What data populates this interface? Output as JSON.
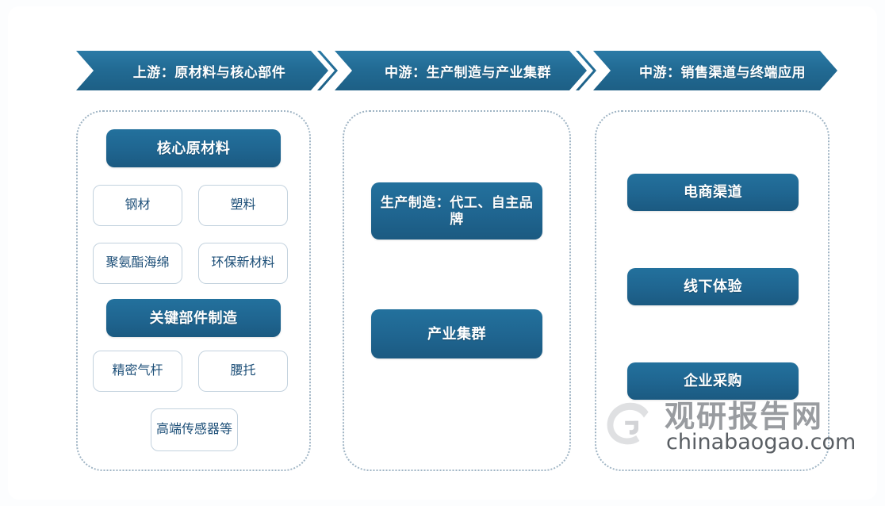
{
  "colors": {
    "accent_blue": "#1f6590",
    "banner_blue": "#226b94",
    "outline_box_border": "#c3d2de",
    "outline_box_text": "#1d4f78",
    "dashed_border": "#9fb4c4",
    "page_background": "#ffffff"
  },
  "banners": [
    {
      "label": "上游：原材料与核心部件"
    },
    {
      "label": "中游：生产制造与产业集群"
    },
    {
      "label": "中游：销售渠道与终端应用"
    }
  ],
  "columns": [
    {
      "name": "upstream",
      "groups": [
        {
          "heading": "核心原材料",
          "items": [
            "钢材",
            "塑料",
            "聚氨酯海绵",
            "环保新材料"
          ]
        },
        {
          "heading": "关键部件制造",
          "items": [
            "精密气杆",
            "腰托",
            "高端传感器等"
          ]
        }
      ]
    },
    {
      "name": "midstream",
      "blocks": [
        "生产制造：代工、自主品牌",
        "产业集群"
      ]
    },
    {
      "name": "downstream",
      "blocks": [
        "电商渠道",
        "线下体验",
        "企业采购"
      ]
    }
  ],
  "watermark": {
    "cn": "观研报告网",
    "en": "chinabaogao.com"
  }
}
